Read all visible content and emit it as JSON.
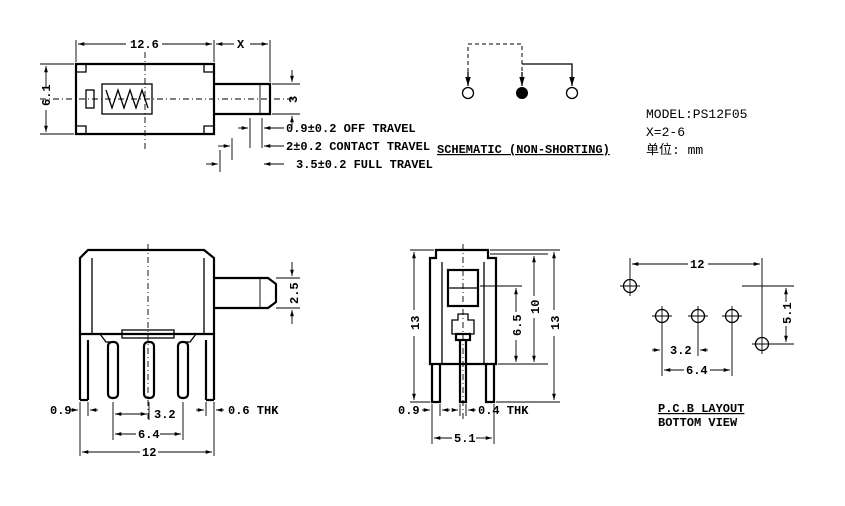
{
  "top_view": {
    "dim_width": "12.6",
    "dim_x": "X",
    "dim_height": "6.1",
    "dim_act": "3",
    "off_travel": "0.9±0.2 OFF TRAVEL",
    "contact_travel": "2±0.2 CONTACT TRAVEL",
    "full_travel": "3.5±0.2 FULL TRAVEL"
  },
  "schematic": {
    "label": "SCHEMATIC (NON-SHORTING)"
  },
  "model_info": {
    "model": "MODEL:PS12F05",
    "x_range": "X=2-6",
    "unit": "单位: mm"
  },
  "front_view": {
    "dim_act_h": "2.5",
    "dim_pin_w": "0.9",
    "dim_pitch": "3.2",
    "dim_thk": "0.6 THK",
    "dim_span": "6.4",
    "dim_total": "12"
  },
  "side_view": {
    "dim_h_left": "13",
    "dim_h_right": "13",
    "dim_6_5": "6.5",
    "dim_10": "10",
    "dim_pin_w": "0.9",
    "dim_thk": "0.4 THK",
    "dim_5_1": "5.1"
  },
  "pcb_layout": {
    "dim_12": "12",
    "dim_3_2": "3.2",
    "dim_6_4": "6.4",
    "dim_5_1": "5.1",
    "title": "P.C.B LAYOUT",
    "subtitle": "BOTTOM VIEW"
  }
}
